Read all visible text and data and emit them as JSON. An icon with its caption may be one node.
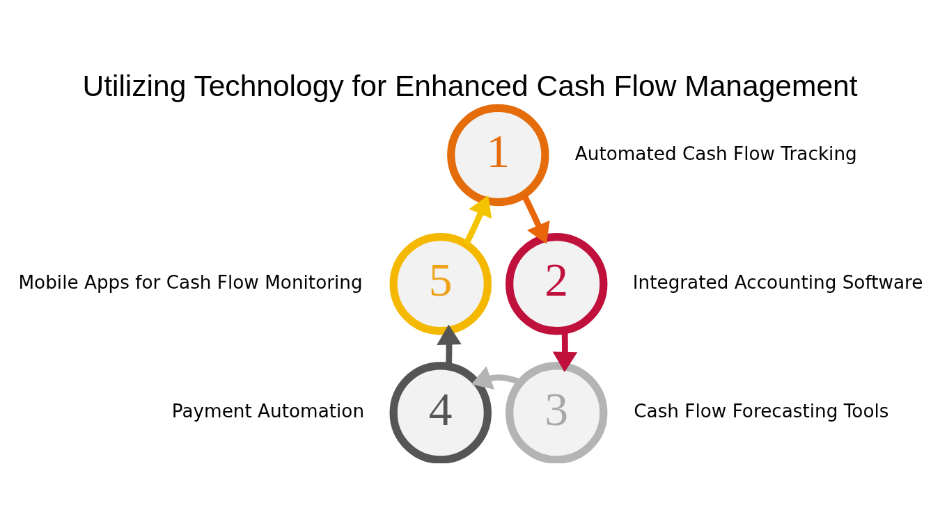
{
  "diagram": {
    "title": "Utilizing Technology for Enhanced Cash Flow Management",
    "nodes": [
      {
        "text": [
          "1"
        ],
        "beside": [
          "Automated Cash Flow Tracking"
        ]
      },
      {
        "text": [
          "2"
        ],
        "beside": [
          "Integrated Accounting Software"
        ]
      },
      {
        "text": [
          "3"
        ],
        "beside": [
          "Cash Flow Forecasting Tools"
        ]
      },
      {
        "text": [
          "4"
        ],
        "beside": [
          "Payment Automation"
        ]
      },
      {
        "text": [
          "5"
        ],
        "beside": [
          "Mobile Apps for Cash Flow Monitoring"
        ]
      }
    ],
    "edges": [
      {
        "from": 0,
        "to": 1,
        "arrow": "to",
        "color": "#e8650a"
      },
      {
        "from": 1,
        "to": 2,
        "arrow": "to",
        "color": "#c0103c"
      },
      {
        "from": 2,
        "to": 3,
        "arrow": "to",
        "color": "#b4b4b4"
      },
      {
        "from": 3,
        "to": 4,
        "arrow": "to",
        "color": "#555555"
      },
      {
        "from": 4,
        "to": 0,
        "arrow": "to",
        "color": "#f5c400"
      }
    ]
  }
}
